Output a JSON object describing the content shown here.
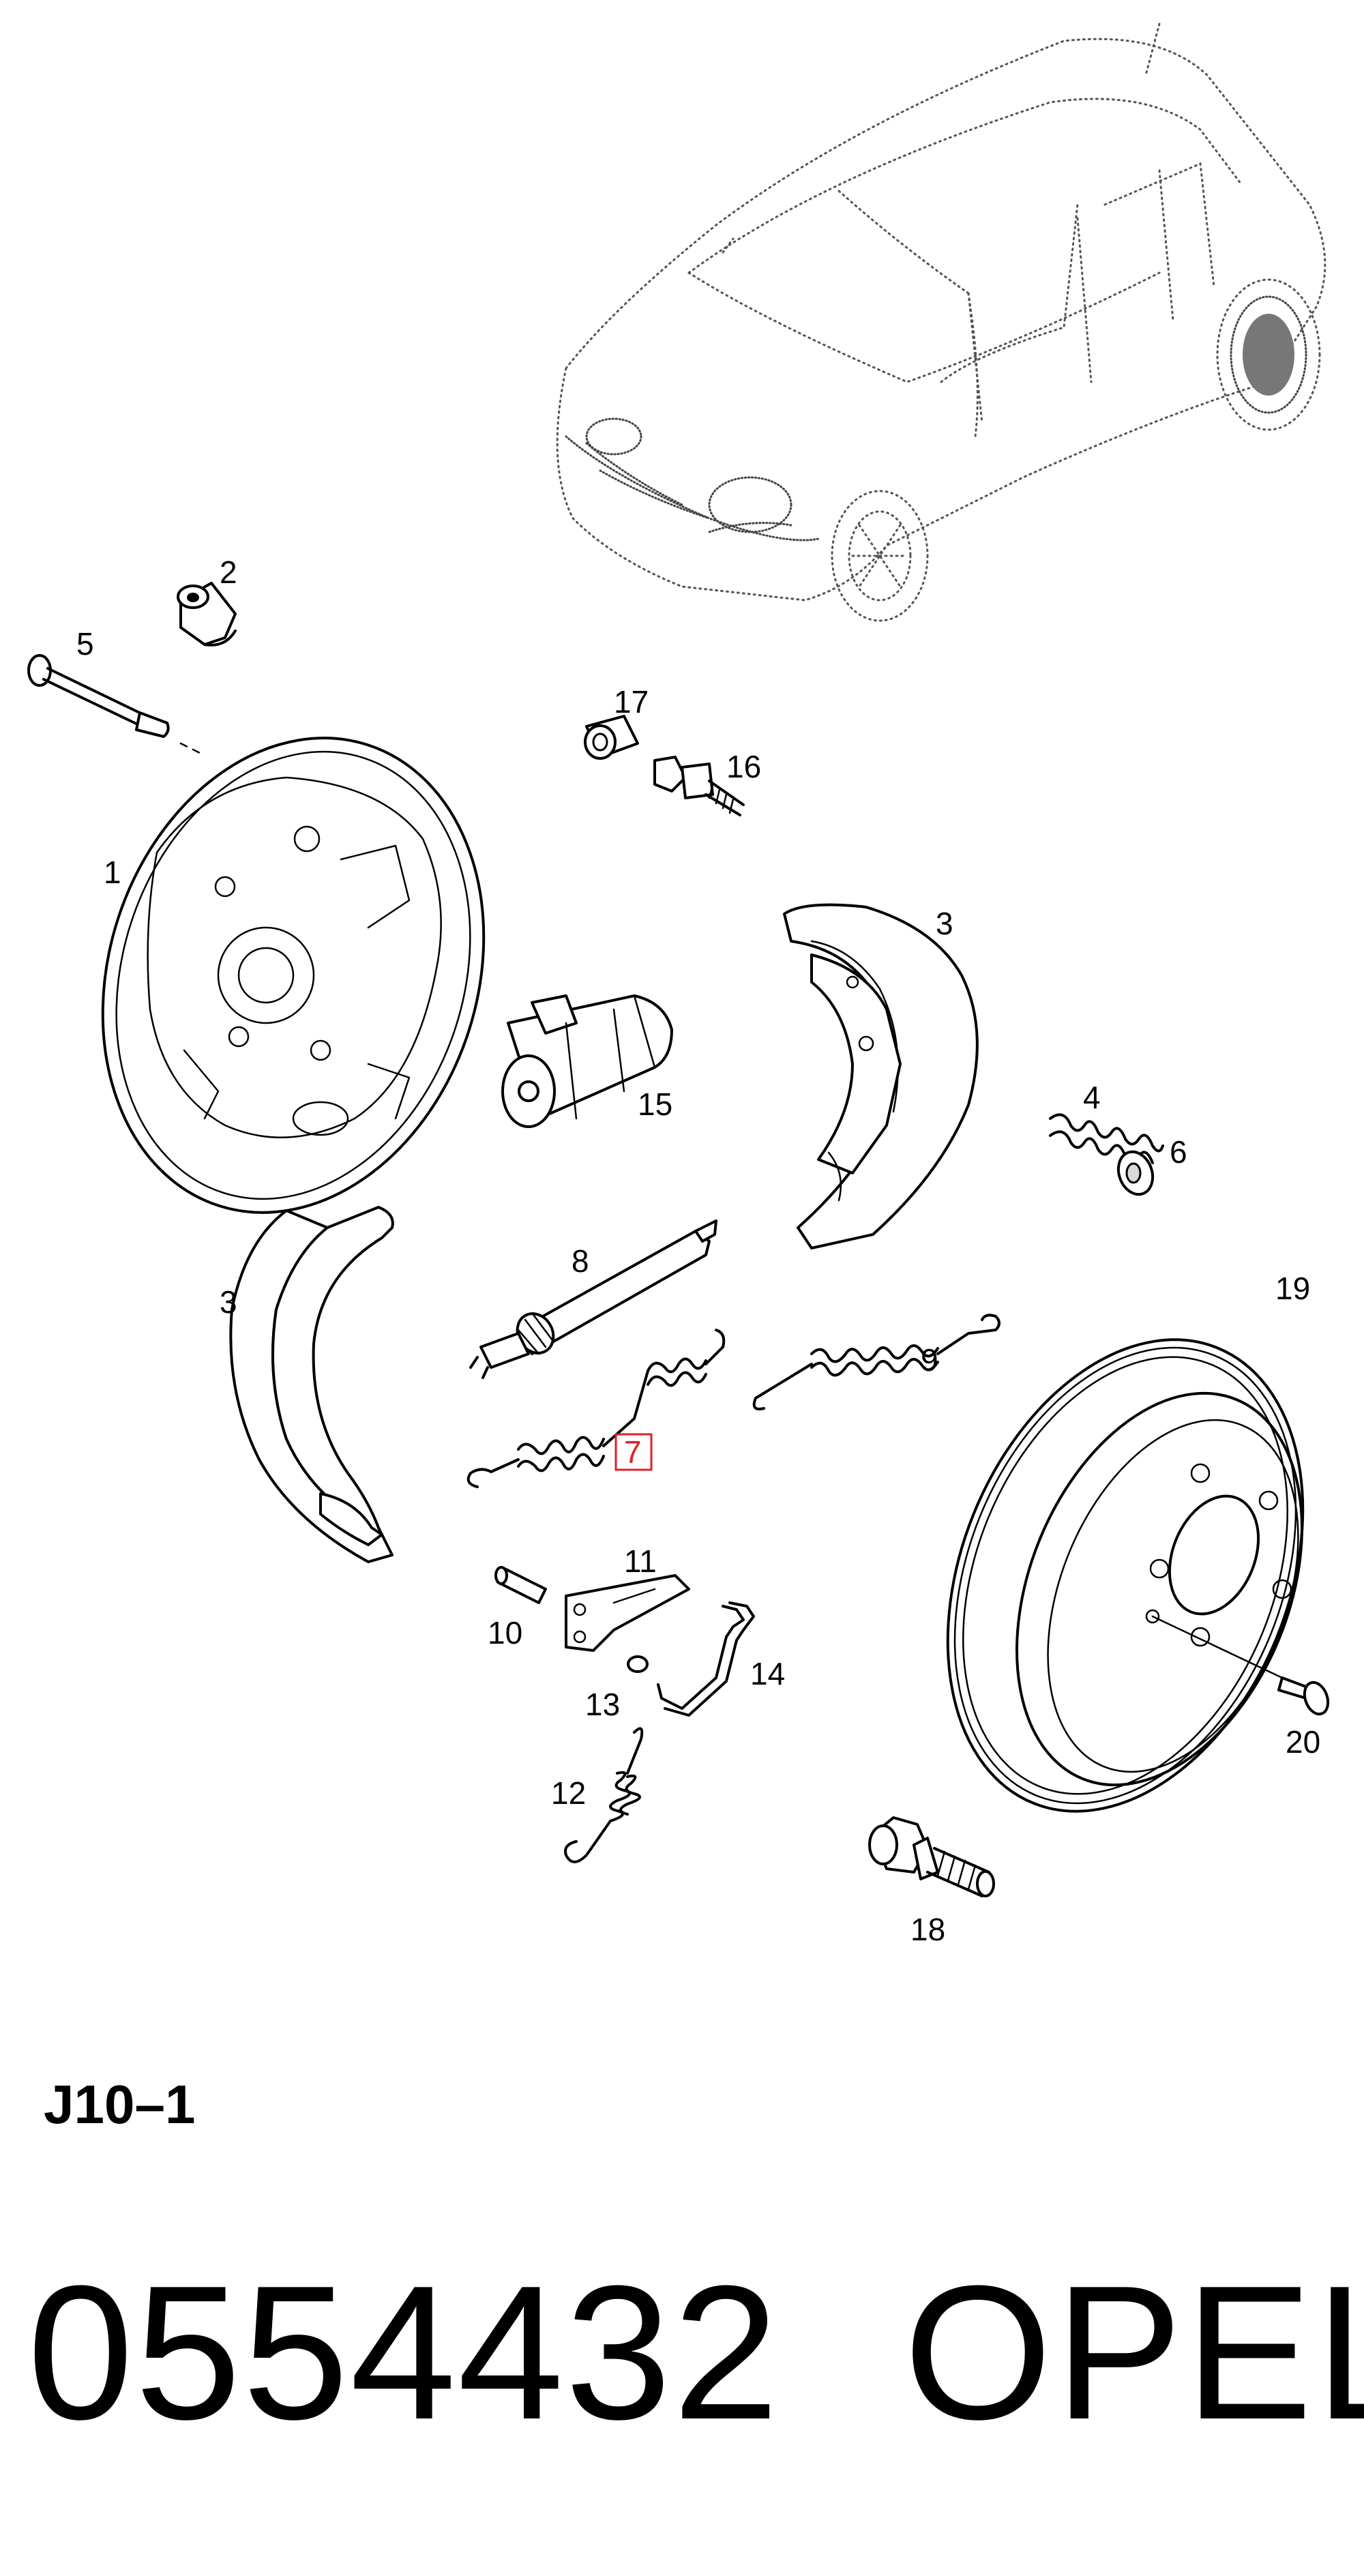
{
  "diagram": {
    "highlighted_callout": "7",
    "colors": {
      "ink": "#000000",
      "highlight": "#e0202a",
      "background": "#ffffff"
    },
    "callouts": {
      "c1": "1",
      "c2": "2",
      "c3a": "3",
      "c3b": "3",
      "c4": "4",
      "c5": "5",
      "c6": "6",
      "c7": "7",
      "c8": "8",
      "c9": "9",
      "c10": "10",
      "c11": "11",
      "c12": "12",
      "c13": "13",
      "c14": "14",
      "c15": "15",
      "c16": "16",
      "c17": "17",
      "c18": "18",
      "c19": "19",
      "c20": "20"
    }
  },
  "footer": {
    "page_code": "J10–1",
    "part_number": "0554432",
    "brand": "OPEL"
  }
}
